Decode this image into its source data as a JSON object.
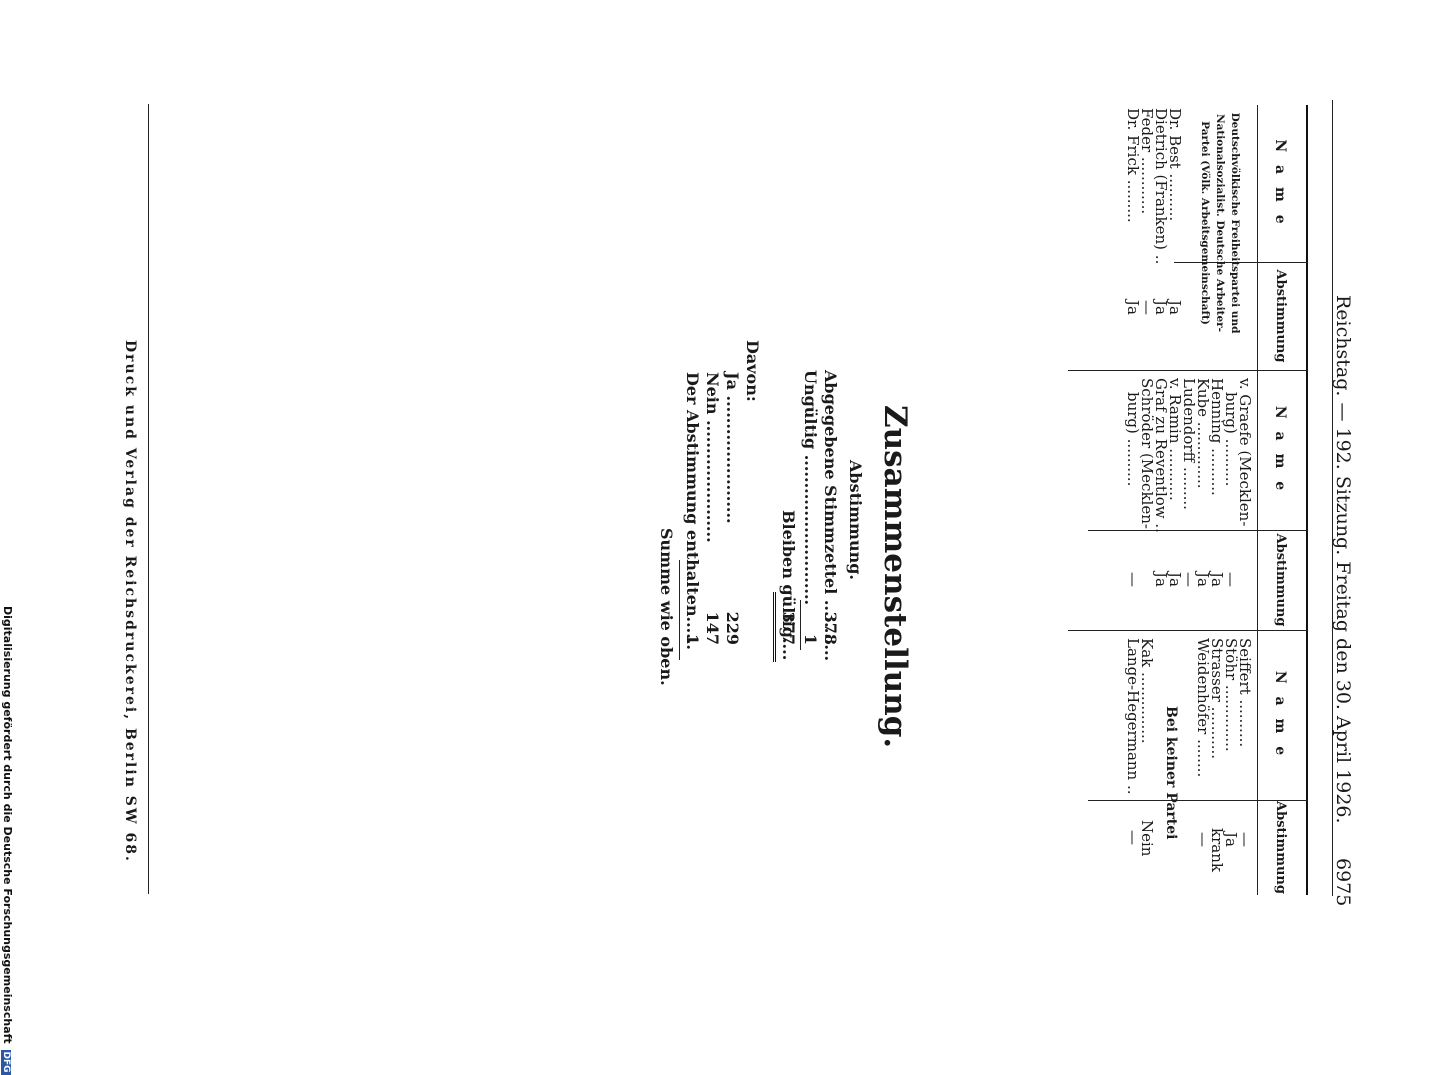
{
  "header": {
    "left": "Reichstag.  — 192. Sitzung.  Freitag den 30. April 1926.",
    "page_number": "6975"
  },
  "column_headers": {
    "name": "N a m e",
    "vote": "Abstimmung"
  },
  "col1": {
    "party": "Deutschvölkische Freiheitspartei und Nationalsozialist. Deutsche Arbeiter-Partei (Völk. Arbeitsgemeinschaft)",
    "rows": [
      {
        "name": "Dr. Best ..........",
        "vote": "Ja"
      },
      {
        "name": "Dietrich (Franken) ..",
        "vote": "Ja"
      },
      {
        "name": "Feder ............",
        "vote": "—"
      },
      {
        "name": "Dr. Frick .........",
        "vote": "Ja"
      }
    ]
  },
  "col2": {
    "rows": [
      {
        "name": "v. Graefe (Mecklen-",
        "vote": ""
      },
      {
        "name": "burg) ..........",
        "vote": "—"
      },
      {
        "name": "Henning ..........",
        "vote": "Ja"
      },
      {
        "name": "Kube ..............",
        "vote": "Ja"
      },
      {
        "name": "Ludendorff .........",
        "vote": "—"
      },
      {
        "name": "v. Ramin ...........",
        "vote": "Ja"
      },
      {
        "name": "Graf zu Reventlow ..",
        "vote": "Ja"
      },
      {
        "name": "Schröder (Mecklen-",
        "vote": ""
      },
      {
        "name": "burg) ..........",
        "vote": "—"
      }
    ]
  },
  "col3": {
    "rows": [
      {
        "name": "Seiffert ..........",
        "vote": "—"
      },
      {
        "name": "Stöhr ..............",
        "vote": "Ja"
      },
      {
        "name": "Strasser ...........",
        "vote": "krank"
      },
      {
        "name": "Weidenhöfer ........",
        "vote": "—"
      }
    ],
    "section_title": "Bei keiner Partei",
    "rows2": [
      {
        "name": "Kak ...............",
        "vote": "Nein"
      },
      {
        "name": "Lange-Hegermann ..",
        "vote": "—"
      }
    ]
  },
  "summary": {
    "title": "Zusammenstellung.",
    "subtitle": "Abstimmung.",
    "abgegebene_label": "Abgegebene Stimmzettel ...........",
    "abgegebene_value": "378",
    "ungueltig_label": "Ungültig ...........................",
    "ungueltig_value": "1",
    "gueltig_label": "Bleiben gültig....",
    "gueltig_value": "377",
    "davon_label": "Davon:",
    "ja_label": "Ja .......................",
    "ja_value": "229",
    "nein_label": "Nein ......................",
    "nein_value": "147",
    "enthalten_label": "Der Abstimmung enthalten......",
    "enthalten_value": "1",
    "summe": "Summe wie oben."
  },
  "footer": "Druck und Verlag der Reichsdruckerei, Berlin SW 68.",
  "sidenote": "Digitalisierung gefördert durch die Deutsche Forschungsgemeinschaft",
  "sidenote_badge": "DFG"
}
